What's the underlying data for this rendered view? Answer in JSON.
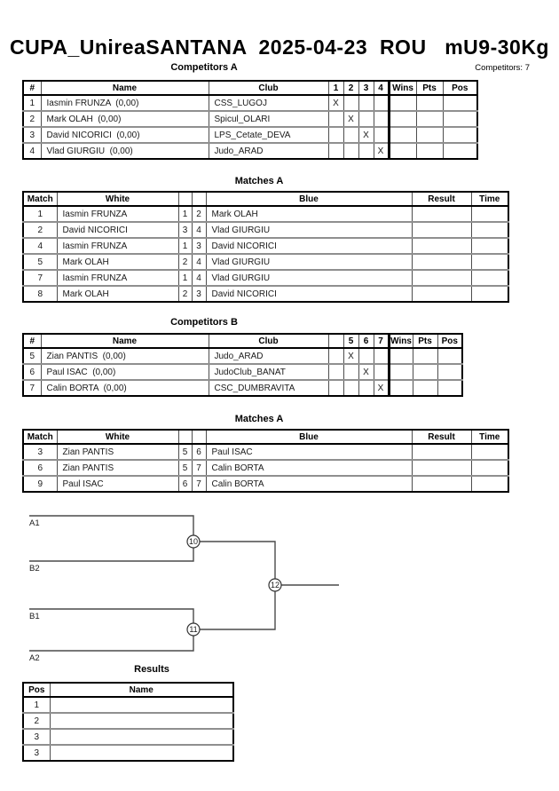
{
  "page": {
    "title": "CUPA_UnireaSANTANA  2025-04-23  ROU   mU9-30Kg",
    "competitors_count": "Competitors: 7"
  },
  "competitorsA": {
    "title": "Competitors A",
    "headers": {
      "num": "#",
      "name": "Name",
      "club": "Club",
      "c1": "1",
      "c2": "2",
      "c3": "3",
      "c4": "4",
      "wins": "Wins",
      "pts": "Pts",
      "pos": "Pos"
    },
    "rows": [
      {
        "num": "1",
        "name": "Iasmin FRUNZA  (0,00)",
        "club": "CSS_LUGOJ",
        "m1": "X",
        "m2": "",
        "m3": "",
        "m4": "",
        "wins": "",
        "pts": "",
        "pos": ""
      },
      {
        "num": "2",
        "name": "Mark OLAH  (0,00)",
        "club": "Spicul_OLARI",
        "m1": "",
        "m2": "X",
        "m3": "",
        "m4": "",
        "wins": "",
        "pts": "",
        "pos": ""
      },
      {
        "num": "3",
        "name": "David NICORICI  (0,00)",
        "club": "LPS_Cetate_DEVA",
        "m1": "",
        "m2": "",
        "m3": "X",
        "m4": "",
        "wins": "",
        "pts": "",
        "pos": ""
      },
      {
        "num": "4",
        "name": "Vlad GIURGIU  (0,00)",
        "club": "Judo_ARAD",
        "m1": "",
        "m2": "",
        "m3": "",
        "m4": "X",
        "wins": "",
        "pts": "",
        "pos": ""
      }
    ]
  },
  "matchesA1": {
    "title": "Matches A",
    "headers": {
      "match": "Match",
      "white": "White",
      "n1": "",
      "n2": "",
      "blue": "Blue",
      "result": "Result",
      "time": "Time"
    },
    "rows": [
      {
        "match": "1",
        "white": "Iasmin FRUNZA",
        "wn": "1",
        "bn": "2",
        "blue": "Mark OLAH",
        "result": "",
        "time": ""
      },
      {
        "match": "2",
        "white": "David NICORICI",
        "wn": "3",
        "bn": "4",
        "blue": "Vlad GIURGIU",
        "result": "",
        "time": ""
      },
      {
        "match": "4",
        "white": "Iasmin FRUNZA",
        "wn": "1",
        "bn": "3",
        "blue": "David NICORICI",
        "result": "",
        "time": ""
      },
      {
        "match": "5",
        "white": "Mark OLAH",
        "wn": "2",
        "bn": "4",
        "blue": "Vlad GIURGIU",
        "result": "",
        "time": ""
      },
      {
        "match": "7",
        "white": "Iasmin FRUNZA",
        "wn": "1",
        "bn": "4",
        "blue": "Vlad GIURGIU",
        "result": "",
        "time": ""
      },
      {
        "match": "8",
        "white": "Mark OLAH",
        "wn": "2",
        "bn": "3",
        "blue": "David NICORICI",
        "result": "",
        "time": ""
      }
    ]
  },
  "competitorsB": {
    "title": "Competitors B",
    "headers": {
      "num": "#",
      "name": "Name",
      "club": "Club",
      "c0": "",
      "c5": "5",
      "c6": "6",
      "c7": "7",
      "wins": "Wins",
      "pts": "Pts",
      "pos": "Pos"
    },
    "rows": [
      {
        "num": "5",
        "name": "Zian PANTIS  (0,00)",
        "club": "Judo_ARAD",
        "m0": "",
        "m5": "X",
        "m6": "",
        "m7": "",
        "wins": "",
        "pts": "",
        "pos": ""
      },
      {
        "num": "6",
        "name": "Paul ISAC  (0,00)",
        "club": "JudoClub_BANAT",
        "m0": "",
        "m5": "",
        "m6": "X",
        "m7": "",
        "wins": "",
        "pts": "",
        "pos": ""
      },
      {
        "num": "7",
        "name": "Calin BORTA  (0,00)",
        "club": "CSC_DUMBRAVITA",
        "m0": "",
        "m5": "",
        "m6": "",
        "m7": "X",
        "wins": "",
        "pts": "",
        "pos": ""
      }
    ]
  },
  "matchesA2": {
    "title": "Matches A",
    "headers": {
      "match": "Match",
      "white": "White",
      "n1": "",
      "n2": "",
      "blue": "Blue",
      "result": "Result",
      "time": "Time"
    },
    "rows": [
      {
        "match": "3",
        "white": "Zian PANTIS",
        "wn": "5",
        "bn": "6",
        "blue": "Paul ISAC",
        "result": "",
        "time": ""
      },
      {
        "match": "6",
        "white": "Zian PANTIS",
        "wn": "5",
        "bn": "7",
        "blue": "Calin BORTA",
        "result": "",
        "time": ""
      },
      {
        "match": "9",
        "white": "Paul ISAC",
        "wn": "6",
        "bn": "7",
        "blue": "Calin BORTA",
        "result": "",
        "time": ""
      }
    ]
  },
  "bracket": {
    "slot_a1": "A1",
    "slot_b2": "B2",
    "slot_b1": "B1",
    "slot_a2": "A2",
    "node_10": "10",
    "node_11": "11",
    "node_12": "12"
  },
  "results": {
    "title": "Results",
    "headers": {
      "pos": "Pos",
      "name": "Name"
    },
    "rows": [
      {
        "pos": "1",
        "name": ""
      },
      {
        "pos": "2",
        "name": ""
      },
      {
        "pos": "3",
        "name": ""
      },
      {
        "pos": "3",
        "name": ""
      }
    ]
  }
}
